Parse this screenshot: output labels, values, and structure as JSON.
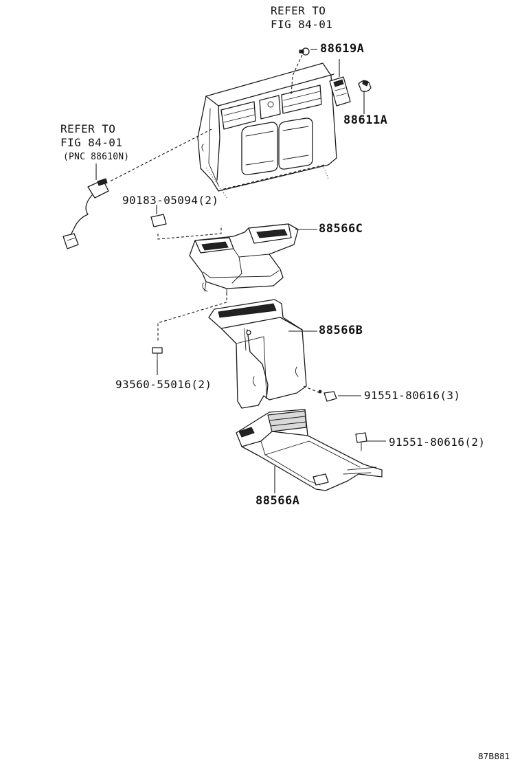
{
  "callouts": {
    "top_ref": {
      "line1": "REFER TO",
      "line2": "FIG 84-01"
    },
    "left_ref": {
      "line1": "REFER TO",
      "line2": "FIG 84-01",
      "line3": "(PNC 88610N)"
    }
  },
  "parts": {
    "p88619A": "88619A",
    "p88611A": "88611A",
    "p88566C": "88566C",
    "p88566B": "88566B",
    "p88566A": "88566A"
  },
  "fasteners": {
    "f90183": "90183-05094(2)",
    "f93560": "93560-55016(2)",
    "f91551_3": "91551-80616(3)",
    "f91551_2": "91551-80616(2)"
  },
  "figure_code": "87B881",
  "colors": {
    "ink": "#1a1a1a",
    "background": "#ffffff",
    "shade": "#d9d9d9"
  }
}
